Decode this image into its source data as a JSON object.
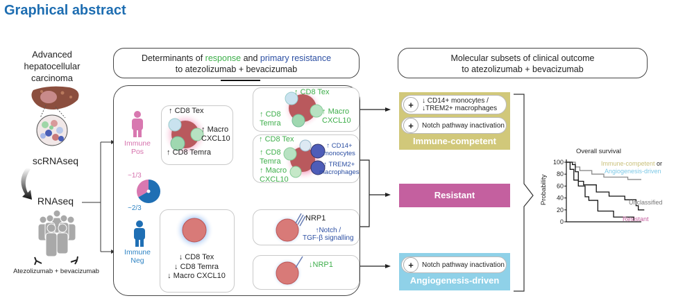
{
  "title": "Graphical abstract",
  "left": {
    "disease_label": "Advanced hepatocellular carcinoma",
    "disease_lines": [
      "Advanced",
      "hepatocellular",
      "carcinoma"
    ],
    "method1": "scRNAseq",
    "method2": "RNAseq",
    "treatment": "Atezolizumab + bevacizumab"
  },
  "header_left": {
    "prefix": "Determinants of ",
    "response": "response",
    "middle": " and ",
    "resistance": "primary resistance",
    "line2": "to atezolizumab + bevacizumab"
  },
  "header_right": {
    "line1": "Molecular subsets of clinical outcome",
    "line2": "to atezolizumab + bevacizumab"
  },
  "immune_pos": {
    "label_line1": "Immune",
    "label_line2": "Pos",
    "color": "#d878b0",
    "fraction": "~1/3",
    "markers": {
      "tex": "CD8 Tex",
      "macro1": "Macro",
      "macro2": "CXCL10",
      "temra": "CD8 Temra"
    }
  },
  "immune_neg": {
    "label_line1": "Immune",
    "label_line2": "Neg",
    "color": "#1f6fb4",
    "fraction": "~2/3",
    "markers": [
      "CD8 Tex",
      "CD8 Temra",
      "Macro CXCL10"
    ]
  },
  "pie": {
    "pos_fraction": 0.333,
    "neg_fraction": 0.667,
    "pos_color": "#d878b0",
    "neg_color": "#1f6fb4"
  },
  "response_box": {
    "tex": "CD8 Tex",
    "temra1": "CD8",
    "temra2": "Temra",
    "macro1": "Macro",
    "macro2": "CXCL10"
  },
  "resistance_box1": {
    "tex": "CD8 Tex",
    "temra1": "CD8",
    "temra2": "Temra",
    "macro1": "Macro",
    "macro2": "CXCL10",
    "cd14_1": "CD14+",
    "cd14_2": "monocytes",
    "trem2_1": "TREM2+",
    "trem2_2": "macrophages"
  },
  "resistance_box2": {
    "nrp1": "NRP1",
    "notch1": "Notch /",
    "notch2": "TGF-β signalling"
  },
  "angio_box": {
    "nrp1": "NRP1"
  },
  "subsets": {
    "immune_competent": {
      "label": "Immune-competent",
      "color": "#d1c87a",
      "pills": [
        {
          "sign": "+",
          "line1": "CD14+ monocytes /",
          "line2": "TREM2+ macrophages"
        },
        {
          "sign": "+",
          "line1": "Notch pathway inactivation",
          "line2": ""
        }
      ]
    },
    "resistant": {
      "label": "Resistant",
      "color": "#c4609f"
    },
    "angiogenesis": {
      "label": "Angiogenesis-driven",
      "color": "#8fd1e8",
      "pills": [
        {
          "sign": "+",
          "line1": "Notch pathway inactivation"
        }
      ]
    }
  },
  "chart_data": {
    "type": "line",
    "title": "Overall survival",
    "xlabel": "",
    "ylabel": "Probability",
    "ylim": [
      0,
      100
    ],
    "yticks": [
      0,
      20,
      40,
      60,
      80,
      100
    ],
    "xlim": [
      0,
      1
    ],
    "legend": {
      "ic_part": "Immune-competent",
      "or": " or",
      "angio_part": "Angiogenesis-driven",
      "unclassified": "Unclassified",
      "resistant": "Resistant"
    },
    "series": [
      {
        "name": "Immune-competent or Angiogenesis-driven",
        "color": "#8a8a8a",
        "x": [
          0,
          0.12,
          0.12,
          0.18,
          0.18,
          0.34,
          0.34,
          0.5,
          0.5,
          0.82,
          0.82,
          1.0
        ],
        "y": [
          100,
          100,
          92,
          92,
          86,
          86,
          80,
          80,
          75,
          75,
          71,
          71
        ]
      },
      {
        "name": "Unclassified",
        "color": "#111111",
        "x": [
          0,
          0.08,
          0.08,
          0.12,
          0.12,
          0.16,
          0.16,
          0.23,
          0.23,
          0.4,
          0.4,
          0.57,
          0.57,
          0.78,
          0.78,
          0.93,
          0.93,
          0.96,
          0.96,
          1.0,
          1.0,
          1.04
        ],
        "y": [
          100,
          100,
          96,
          96,
          84,
          84,
          68,
          68,
          62,
          62,
          50,
          50,
          43,
          43,
          37,
          37,
          27,
          27,
          20,
          20,
          20,
          20
        ]
      },
      {
        "name": "Resistant",
        "color": "#111111",
        "x": [
          0,
          0.05,
          0.05,
          0.1,
          0.1,
          0.16,
          0.16,
          0.25,
          0.25,
          0.3,
          0.3,
          0.42,
          0.42,
          0.63,
          0.63,
          0.72,
          0.72,
          0.9,
          0.9
        ],
        "y": [
          100,
          100,
          88,
          88,
          70,
          70,
          60,
          60,
          42,
          42,
          36,
          36,
          18,
          18,
          8,
          8,
          8,
          8,
          2
        ]
      }
    ]
  }
}
